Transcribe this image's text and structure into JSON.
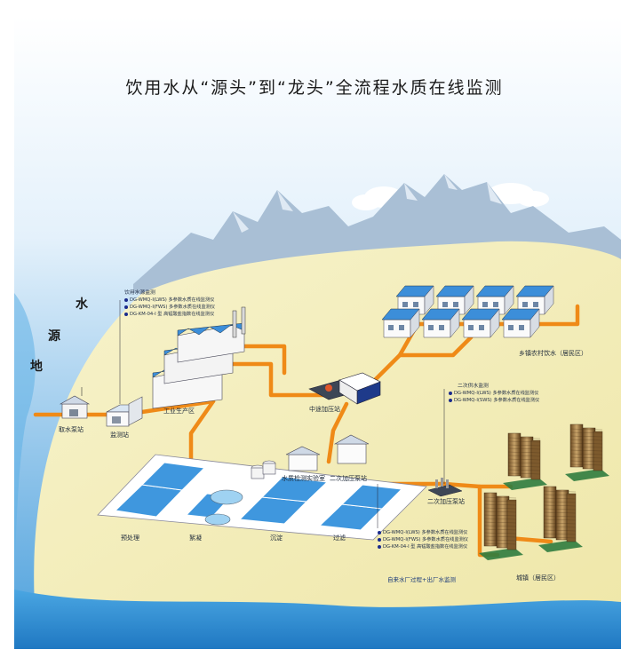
{
  "title": "饮用水从“源头”到“龙头”全流程水质在线监测",
  "vertical_label": [
    "水",
    "源",
    "地"
  ],
  "stations": {
    "intake": "取水泵站",
    "monitor": "监测站",
    "industrial": "工业生产区",
    "midway_booster": "中途加压站",
    "rural": "乡镇农村饮水（居民区）",
    "lab": "水质检测实验室",
    "secondary_booster_1": "二次加压泵站",
    "secondary_booster_2": "二次加压泵站",
    "urban": "城镇（居民区）"
  },
  "process": [
    "预处理",
    "絮凝",
    "沉淀",
    "过滤"
  ],
  "source_monitor": {
    "heading": "饮用水源监测",
    "items": [
      "DG-WMQ-I(LWS) 多参数水质在线监测仪",
      "DG-WMQ-I(FWS) 多参数水质在线监测仪",
      "DG-KM-04-I 型 高锰酸盐指数在线监测仪"
    ]
  },
  "secondary_monitor": {
    "heading": "二次供水监测",
    "items": [
      "DG-WMQ-I(LWS) 多参数水质在线监测仪",
      "DG-WMQ-I(SWS) 多参数水质在线监测仪"
    ]
  },
  "plant_monitor": {
    "items": [
      "DG-WMQ-I(LWS) 多参数水质在线监测仪",
      "DG-WMQ-I(FWS) 多参数水质在线监测仪",
      "DG-KM-04-I 型 高锰酸盐指数在线监测仪"
    ]
  },
  "footer_note": "自来水厂过程+出厂水监测",
  "colors": {
    "sky_top": "#ffffff",
    "sky_bottom": "#3f9ad8",
    "land": "#f4efbc",
    "pipe": "#ef8a17",
    "mountain": "#9bb3cc",
    "sea": "#2f8ed1",
    "roof": "#3c8ed9"
  }
}
